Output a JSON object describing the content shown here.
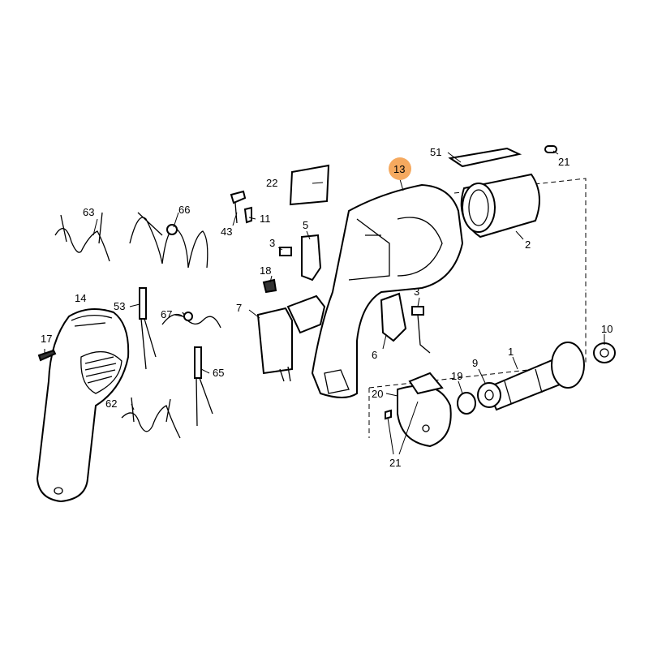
{
  "diagram": {
    "highlight_color": "#f5a95f",
    "highlighted_part": "13",
    "callouts": {
      "p51": "51",
      "p21a": "21",
      "p13": "13",
      "p22": "22",
      "p63": "63",
      "p66": "66",
      "p43": "43",
      "p11": "11",
      "p5": "5",
      "p3a": "3",
      "p2": "2",
      "p18": "18",
      "p14": "14",
      "p53": "53",
      "p67": "67",
      "p7": "7",
      "p3b": "3",
      "p6": "6",
      "p17": "17",
      "p65": "65",
      "p10": "10",
      "p1": "1",
      "p9": "9",
      "p19": "19",
      "p62": "62",
      "p20": "20",
      "p21b": "21"
    }
  }
}
